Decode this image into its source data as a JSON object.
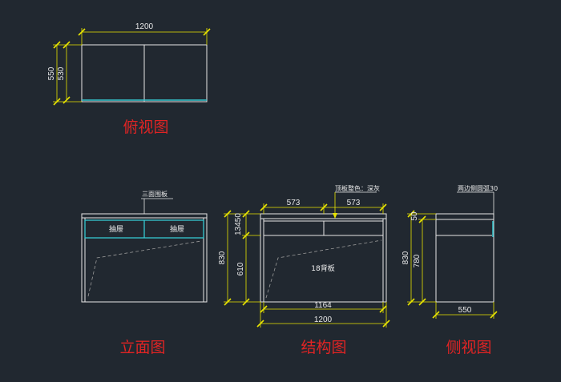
{
  "colors": {
    "background": "#212830",
    "outline": "#e6e6e6",
    "cyan": "#36c8d0",
    "dimension": "#e8e400",
    "title": "#e02424",
    "hidden": "#9a9a9a"
  },
  "top_view": {
    "title": "俯视图",
    "width_dim": "1200",
    "depth_dim_outer": "550",
    "depth_dim_inner": "530"
  },
  "front_view": {
    "title": "立面图",
    "leader_note": "三面围板",
    "drawer_left": "抽屉",
    "drawer_right": "抽屉"
  },
  "structure_view": {
    "title": "结构图",
    "top_note": "顶板整色：深灰",
    "left_width": "573",
    "right_width": "573",
    "height_total": "830",
    "height_lower": "610",
    "height_top": "13450",
    "back_panel": "18背板",
    "inner_width": "1164",
    "overall_width": "1200"
  },
  "side_view": {
    "title": "侧视图",
    "note": "两边侧圆弧30",
    "height_total": "830",
    "height_lower": "780",
    "height_top": "50",
    "depth": "550"
  }
}
